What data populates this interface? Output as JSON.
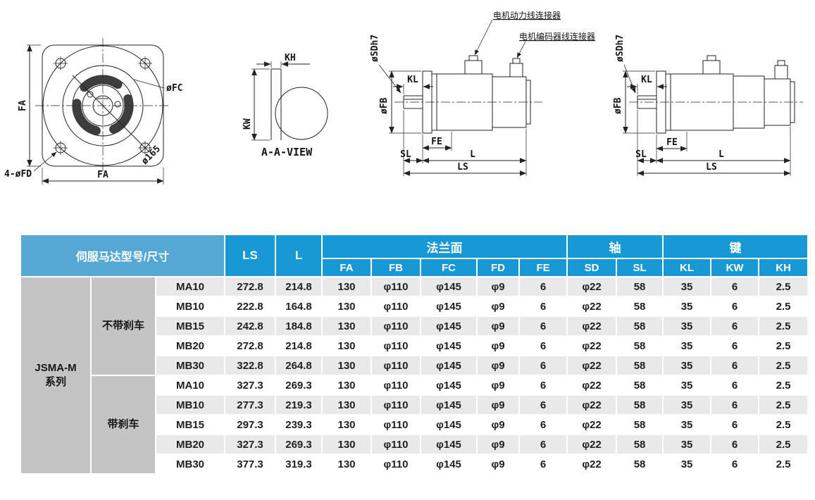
{
  "colors": {
    "header_blue": "#1899d5",
    "header_blue_light": "#55a8d4",
    "row_stripe": "#e9e9e9",
    "side_gray": "#c4c4c4",
    "line_color": "#232323"
  },
  "drawings": {
    "front_view": {
      "fa_vertical": "FA",
      "fa_horizontal": "FA",
      "fc_label": "øFC",
      "bolt_circle_label": "ø165",
      "fd_label": "4-øFD"
    },
    "section_view": {
      "kh_label": "KH",
      "kw_label": "KW",
      "title": "A-A-VIEW"
    },
    "side_view_standard": {
      "power_connector_label": "电机动力线连接器",
      "encoder_connector_label": "电机编码器线连接器",
      "shaft_dia_label": "øSDh7",
      "flange_pilot_label": "øFB",
      "kl_label": "KL",
      "fe_label": "FE",
      "sl_label": "SL",
      "l_label": "L",
      "ls_label": "LS"
    },
    "side_view_brake": {
      "shaft_dia_label": "øSDh7",
      "flange_pilot_label": "øFB",
      "kl_label": "KL",
      "fe_label": "FE",
      "sl_label": "SL",
      "l_label": "L",
      "ls_label": "LS"
    }
  },
  "table": {
    "header": {
      "model_size": "伺服马达型号/尺寸",
      "ls": "LS",
      "l": "L",
      "flange": "法兰面",
      "shaft": "轴",
      "key": "键",
      "sub": [
        "FA",
        "FB",
        "FC",
        "FD",
        "FE",
        "SD",
        "SL",
        "KL",
        "KW",
        "KH"
      ]
    },
    "series": "JSMA-M\n系列",
    "groups": [
      {
        "label": "不带刹车",
        "rows": [
          {
            "model": "MA10",
            "ls": "272.8",
            "l": "214.8",
            "fa": "130",
            "fb": "φ110",
            "fc": "φ145",
            "fd": "φ9",
            "fe": "6",
            "sd": "φ22",
            "sl": "58",
            "kl": "35",
            "kw": "6",
            "kh": "2.5"
          },
          {
            "model": "MB10",
            "ls": "222.8",
            "l": "164.8",
            "fa": "130",
            "fb": "φ110",
            "fc": "φ145",
            "fd": "φ9",
            "fe": "6",
            "sd": "φ22",
            "sl": "58",
            "kl": "35",
            "kw": "6",
            "kh": "2.5"
          },
          {
            "model": "MB15",
            "ls": "242.8",
            "l": "184.8",
            "fa": "130",
            "fb": "φ110",
            "fc": "φ145",
            "fd": "φ9",
            "fe": "6",
            "sd": "φ22",
            "sl": "58",
            "kl": "35",
            "kw": "6",
            "kh": "2.5"
          },
          {
            "model": "MB20",
            "ls": "272.8",
            "l": "214.8",
            "fa": "130",
            "fb": "φ110",
            "fc": "φ145",
            "fd": "φ9",
            "fe": "6",
            "sd": "φ22",
            "sl": "58",
            "kl": "35",
            "kw": "6",
            "kh": "2.5"
          },
          {
            "model": "MB30",
            "ls": "322.8",
            "l": "264.8",
            "fa": "130",
            "fb": "φ110",
            "fc": "φ145",
            "fd": "φ9",
            "fe": "6",
            "sd": "φ22",
            "sl": "58",
            "kl": "35",
            "kw": "6",
            "kh": "2.5"
          }
        ]
      },
      {
        "label": "带刹车",
        "rows": [
          {
            "model": "MA10",
            "ls": "327.3",
            "l": "269.3",
            "fa": "130",
            "fb": "φ110",
            "fc": "φ145",
            "fd": "φ9",
            "fe": "6",
            "sd": "φ22",
            "sl": "58",
            "kl": "35",
            "kw": "6",
            "kh": "2.5"
          },
          {
            "model": "MB10",
            "ls": "277.3",
            "l": "219.3",
            "fa": "130",
            "fb": "φ110",
            "fc": "φ145",
            "fd": "φ9",
            "fe": "6",
            "sd": "φ22",
            "sl": "58",
            "kl": "35",
            "kw": "6",
            "kh": "2.5"
          },
          {
            "model": "MB15",
            "ls": "297.3",
            "l": "239.3",
            "fa": "130",
            "fb": "φ110",
            "fc": "φ145",
            "fd": "φ9",
            "fe": "6",
            "sd": "φ22",
            "sl": "58",
            "kl": "35",
            "kw": "6",
            "kh": "2.5"
          },
          {
            "model": "MB20",
            "ls": "327.3",
            "l": "269.3",
            "fa": "130",
            "fb": "φ110",
            "fc": "φ145",
            "fd": "φ9",
            "fe": "6",
            "sd": "φ22",
            "sl": "58",
            "kl": "35",
            "kw": "6",
            "kh": "2.5"
          },
          {
            "model": "MB30",
            "ls": "377.3",
            "l": "319.3",
            "fa": "130",
            "fb": "φ110",
            "fc": "φ145",
            "fd": "φ9",
            "fe": "6",
            "sd": "φ22",
            "sl": "58",
            "kl": "35",
            "kw": "6",
            "kh": "2.5"
          }
        ]
      }
    ]
  }
}
